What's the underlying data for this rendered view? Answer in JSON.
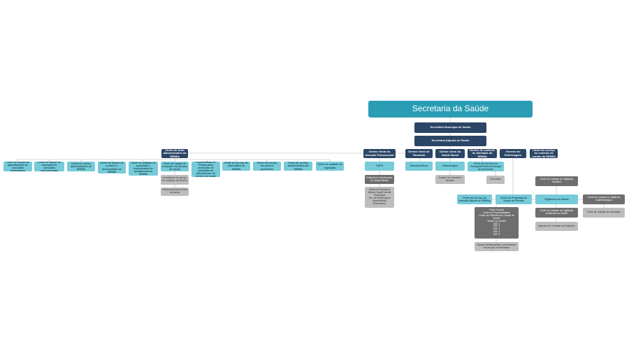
{
  "colors": {
    "root": "#2a9db4",
    "dark": "#2b4566",
    "teal": "#76cbd9",
    "gray": "#bdbdbd",
    "dark_gray": "#6e6e6e",
    "line": "#b5b5b5"
  },
  "root": {
    "label": "Secretaria da Saúde"
  },
  "secretario": {
    "label": "Secretário Municipal de Saúde"
  },
  "adjunto": {
    "label": "Secretaria Adjunta de Saúde"
  },
  "admin": {
    "label": "Chefe do setor administrativo da SEMSa",
    "children": [
      "Chefe de equipe de agendamento de consultas hospitalares",
      "Chefe de equipe de marcação de consultas especializadas",
      "Chefe do núcleo administrativo de SEMSa",
      "Chefe do núcleo de controle e almoxarifado de SEMSa",
      "Chefe de unidade de qualidade e humanização de atendimento de SEMSa",
      "Chefe de equipe de recepção nos postos de saúde",
      "Coordenação de Postos para promoção de qualidade do atendimento no serviço de saúde",
      "Chefe do serviço de informática da SEMSa",
      "Chefe do serviço dos postos periféricos",
      "Chefe do serviço administrativo da SEMSa",
      "Chefe de unidade de regulação"
    ],
    "sub": [
      "Investigador do serviço de recepção da SEMSa",
      "Recepcionistas da área da saúde"
    ]
  },
  "directors": [
    {
      "label": "Diretor Geral do Atenção Psicossocial",
      "child": "CAPS",
      "grandchildren": [
        "Enfermeiro Coordenador de Saúde Mental",
        "Médicos Psiquiatras\nMédico Saúde Mental\nPsicólogos\nTec. de Enfermagem\nDependência\nEnfermeiros"
      ]
    },
    {
      "label": "Diretor Geral de Farmácia",
      "child": "Farmacêuticos"
    },
    {
      "label": "Diretor Geral da Saúde Bucal",
      "child": "Odontólogos",
      "grandchildren": [
        "Auxiliar de consultório dentário"
      ]
    },
    {
      "label": "Diretor de controle de atividade da SEMSa",
      "child": "Chefe do Serviço de Transporte/intermunicipal de pacientes",
      "grandchildren": [
        "Motoristas"
      ]
    },
    {
      "label": "Gerente de Enfermagem"
    },
    {
      "label": "Chefe do serviço de controle de contas da SEMSa"
    }
  ],
  "enfermagem_branch": {
    "basica": "Chefe do serviço de Atenção Básica de SEMSa",
    "psf": "Chefe do Programa de Saúde da Família",
    "teams": "Posto Central\nCentro de Especialidades\nCentro de Referência à Saúde da Mulher\nSaúde da Família\nESF 1\nESF 2\nESF 3\nESF 4\nESF 5",
    "equipe": "Equipe Multidisciplinar e prestadores de serviços terceirizados"
  },
  "vigilancia": {
    "label": "Vigilância em Saúde",
    "sanitaria": "Chefe de Unidade de Vigilância Sanitária",
    "epidemio": "Chefe da unidade de Vigilância Epidemiológica",
    "endemias": "Chefe de Unidade de Vigilância Ambiental em Saúde",
    "agentes": "Agentes de Combate às Endemias",
    "vacinacao": "Chefe de unidade de Vacinação"
  }
}
